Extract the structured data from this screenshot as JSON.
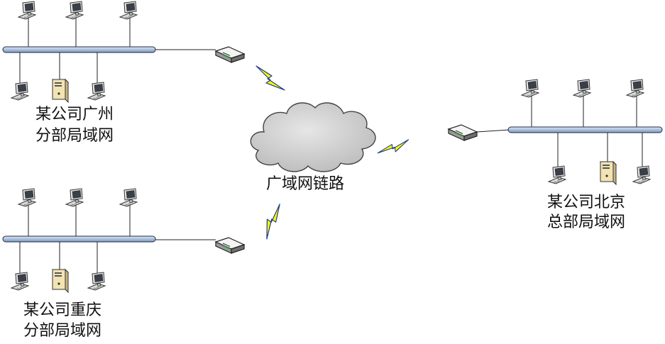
{
  "wan": {
    "label": "广域网链路"
  },
  "networks": {
    "guangzhou": {
      "line1": "某公司广州",
      "line2": "分部局域网"
    },
    "chongqing": {
      "line1": "某公司重庆",
      "line2": "分部局域网"
    },
    "beijing": {
      "line1": "某公司北京",
      "line2": "总部局域网"
    }
  },
  "colors": {
    "bus_fill": "#b8cce4",
    "bus_stroke": "#1f2a44",
    "cloud_fill": "#cfcfcf",
    "lightning": "#ffff00",
    "lightning_stroke": "#1f3a8a",
    "server_fill": "#f2e3b3"
  },
  "icons": [
    "workstation-icon",
    "server-icon",
    "router-icon",
    "lightning-icon",
    "cloud-icon"
  ]
}
